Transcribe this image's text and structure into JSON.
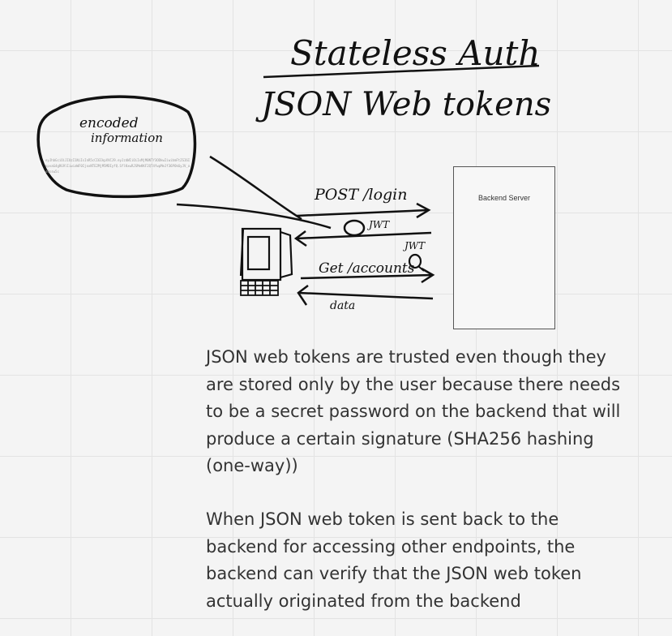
{
  "title": {
    "line1": "Stateless Auth",
    "line2": "JSON Web tokens"
  },
  "bubble": {
    "heading_line1": "encoded",
    "heading_line2": "information",
    "token_text": "eyJhbGciOiJIUzI1NiIsInR5cCI6IkpXVCJ9.eyJzdWIiOiIxMjM0NTY3ODkwIiwibmFtZSI6IkpvaG4gRG9lIiwiaWF0IjoxNTE2MjM5MDIyfQ.SflKxwRJSMeKKF2QT4fwpMeJf36POk6yJV_adQssw5c"
  },
  "arrows": {
    "post_login": "POST /login",
    "jwt_response": "JWT",
    "jwt_request": "JWT",
    "get_accounts": "Get /accounts",
    "data": "data"
  },
  "server": {
    "label": "Backend Server"
  },
  "notes": {
    "paragraph1": "JSON web tokens are trusted even though they are stored only by the user because there needs to be a secret password on the backend that will produce a certain signature (SHA256 hashing (one-way))",
    "paragraph2": "When JSON web token is sent back to the backend for accessing other endpoints, the backend can verify that the JSON web token actually originated from the backend"
  }
}
